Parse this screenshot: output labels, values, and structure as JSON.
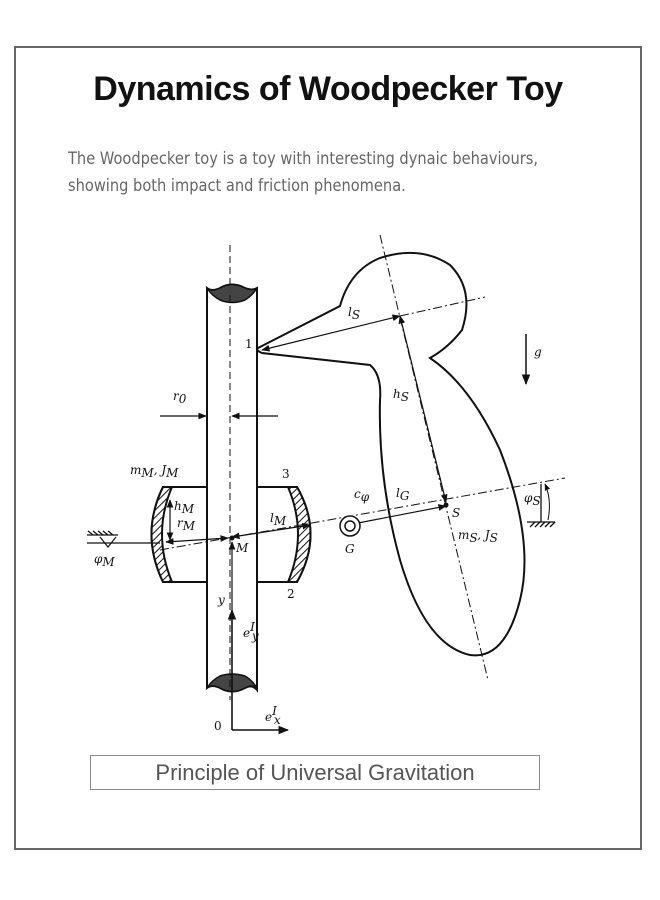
{
  "title": "Dynamics of Woodpecker Toy",
  "description": {
    "line1": "The Woodpecker toy is a toy with interesting dynaic behaviours,",
    "line2": "showing both impact and friction phenomena."
  },
  "caption": "Principle of Universal Gravitation",
  "diagram_labels": {
    "g": "g",
    "point_1": "1",
    "point_2": "2",
    "point_3": "3",
    "origin": "0",
    "r0_base": "r",
    "r0_sub": "0",
    "lS_base": "l",
    "lS_sub": "S",
    "hS_base": "h",
    "hS_sub": "S",
    "lG_base": "l",
    "lG_sub": "G",
    "c_base": "c",
    "c_sub": "φ",
    "S": "S",
    "G": "G",
    "M": "M",
    "mS_JS": "m",
    "mS_sub1": "S",
    "mS_comma": ", J",
    "mS_sub2": "S",
    "mM_JM": "m",
    "mM_sub1": "M",
    "mM_comma": ", J",
    "mM_sub2": "M",
    "hM_base": "h",
    "hM_sub": "M",
    "rM_base": "r",
    "rM_sub": "M",
    "lM_base": "l",
    "lM_sub": "M",
    "phiS_base": "φ",
    "phiS_sub": "S",
    "phiM_base": "φ",
    "phiM_sub": "M",
    "y": "y",
    "ey_base": "e",
    "ey_sub": "y",
    "ey_sup": "I",
    "ex_base": "e",
    "ex_sub": "x",
    "ex_sup": "I"
  }
}
